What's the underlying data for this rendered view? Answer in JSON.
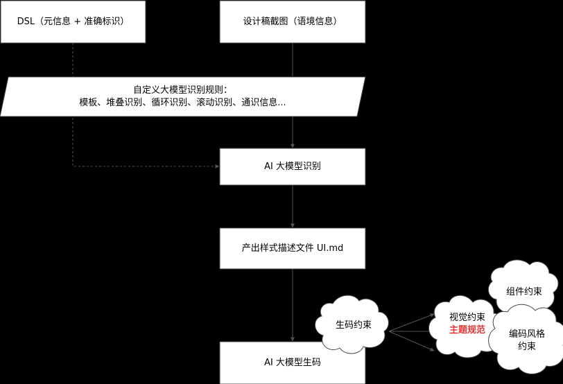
{
  "nodes": {
    "dsl": "DSL（元信息 + 准确标识）",
    "design": "设计稿截图（语境信息）",
    "rules_line1": "自定义大模型识别规则：",
    "rules_line2": "模板、堆叠识别、循环识别、滚动识别、通识信息...",
    "ai_recognize": "AI 大模型识别",
    "output_doc": "产出样式描述文件 UI.md",
    "ai_generate": "AI 大模型生码",
    "constraint_codegen": "生码约束",
    "constraint_visual": "视觉约束",
    "theme_spec": "主题规范",
    "constraint_component": "组件约束",
    "constraint_style_line1": "编码风格",
    "constraint_style_line2": "约束"
  }
}
